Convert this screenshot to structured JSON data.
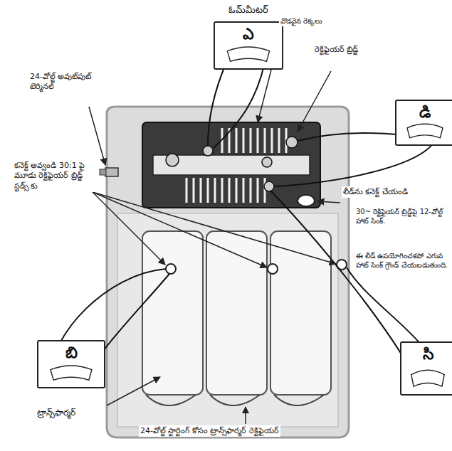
{
  "diagram": {
    "nodes": [
      {
        "text": [
          "ఓమ్‌మీటర్",
          "ఎ"
        ]
      },
      {
        "text": [
          "డి"
        ]
      },
      {
        "text": [
          "బి"
        ]
      },
      {
        "text": [
          "సి"
        ]
      }
    ],
    "labels": [
      "24-వోల్ట్ అవుట్‌పుట్ టెర్మినల్",
      "వొడవైన రెక్కలు",
      "రెక్టిఫైయర్ బ్రిడ్జ్",
      "కనెక్ట్ అవ్వండి 30:1 పై మూడు రెక్టిఫైయర్ బ్రిడ్జ్ స్టడ్స్ కు",
      "లీడ్‌ను కనెక్ట్ చేయండి",
      "30~ రెక్టిఫైయర్ బ్రిడ్జ్‌పై 12-వోల్ట్ హాట్ సింక్.",
      "ఈ లీడ్ ఉపయోగించకపో ఎగువ హాట్ సింక్ గ్రౌండ్ చేయబడుతుంది.",
      "ట్రాన్స్‌ఫార్మర్",
      "24-వోల్ట్ స్టార్టింగ్ కోసం ట్రాన్స్‌ఫార్మర్ రెక్టిఫైయర్"
    ]
  }
}
